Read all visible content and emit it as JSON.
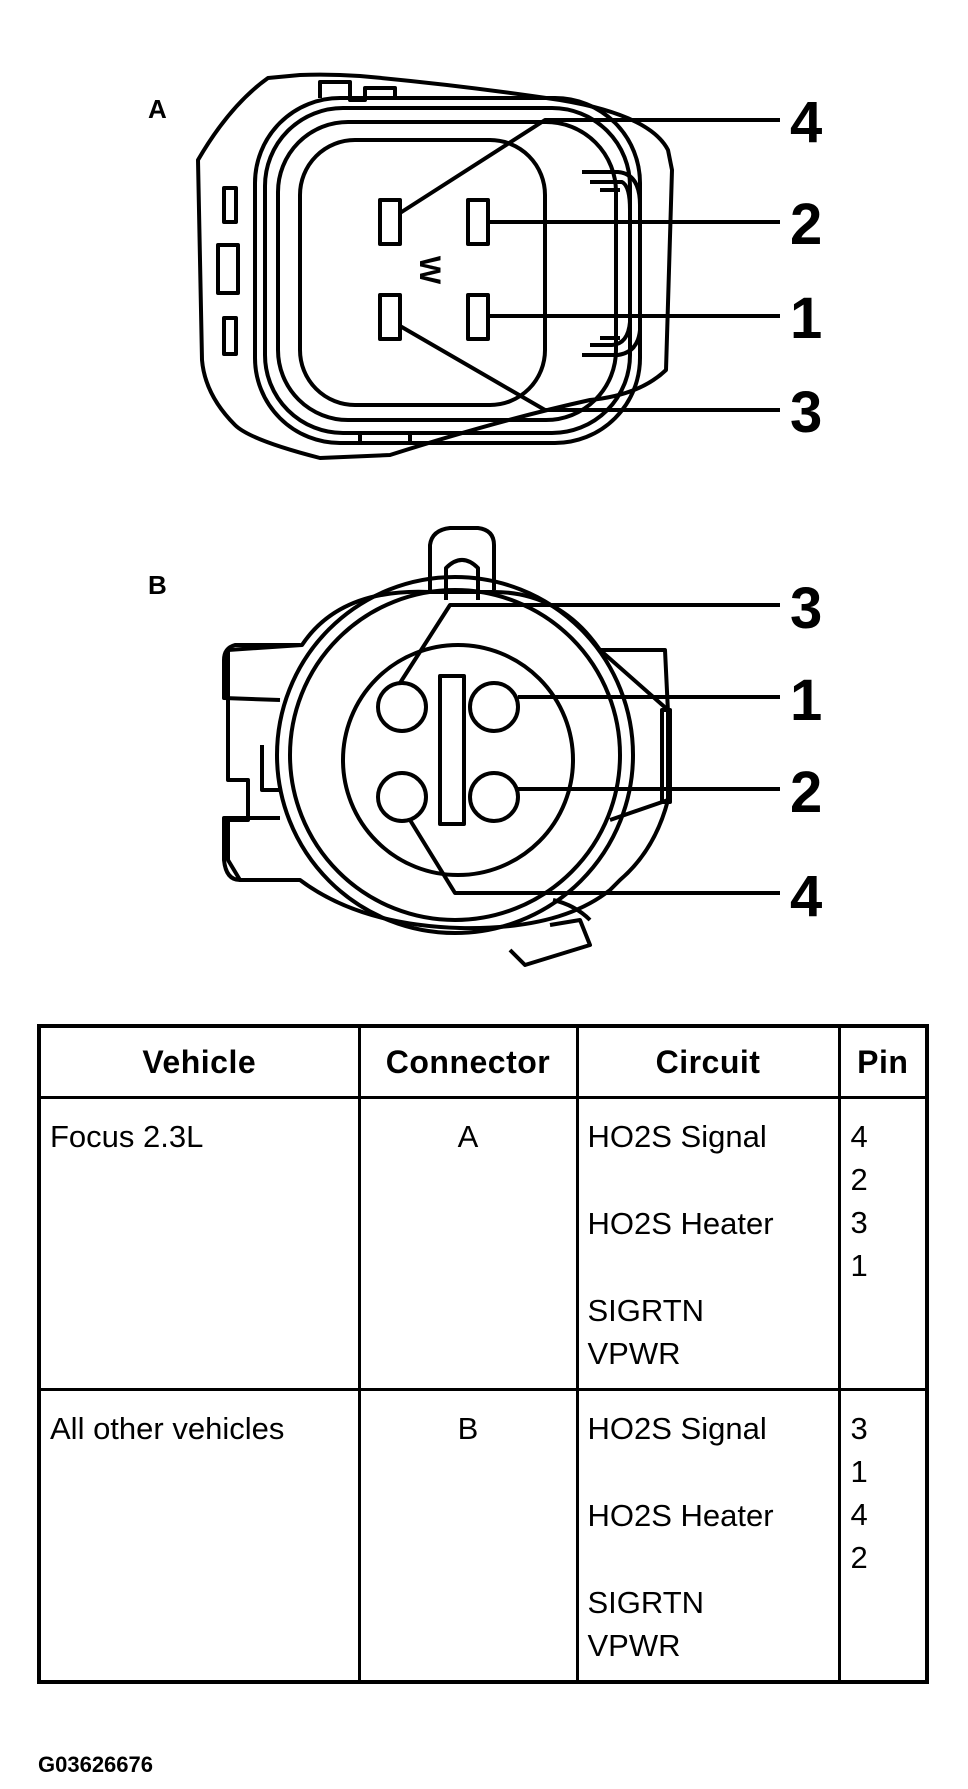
{
  "connector_a": {
    "label": "A",
    "mark": "W",
    "callouts": [
      "4",
      "2",
      "1",
      "3"
    ]
  },
  "connector_b": {
    "label": "B",
    "callouts": [
      "3",
      "1",
      "2",
      "4"
    ]
  },
  "table": {
    "headers": [
      "Vehicle",
      "Connector",
      "Circuit",
      "Pin"
    ],
    "rows": [
      {
        "vehicle": "Focus 2.3L",
        "connector": "A",
        "circuits": [
          "HO2S Signal",
          "HO2S Heater",
          "SIGRTN",
          "VPWR"
        ],
        "pins": [
          "4",
          "2",
          "3",
          "1"
        ]
      },
      {
        "vehicle": "All other vehicles",
        "connector": "B",
        "circuits": [
          "HO2S Signal",
          "HO2S Heater",
          "SIGRTN",
          "VPWR"
        ],
        "pins": [
          "3",
          "1",
          "4",
          "2"
        ]
      }
    ]
  },
  "figure_code": "G03626676"
}
